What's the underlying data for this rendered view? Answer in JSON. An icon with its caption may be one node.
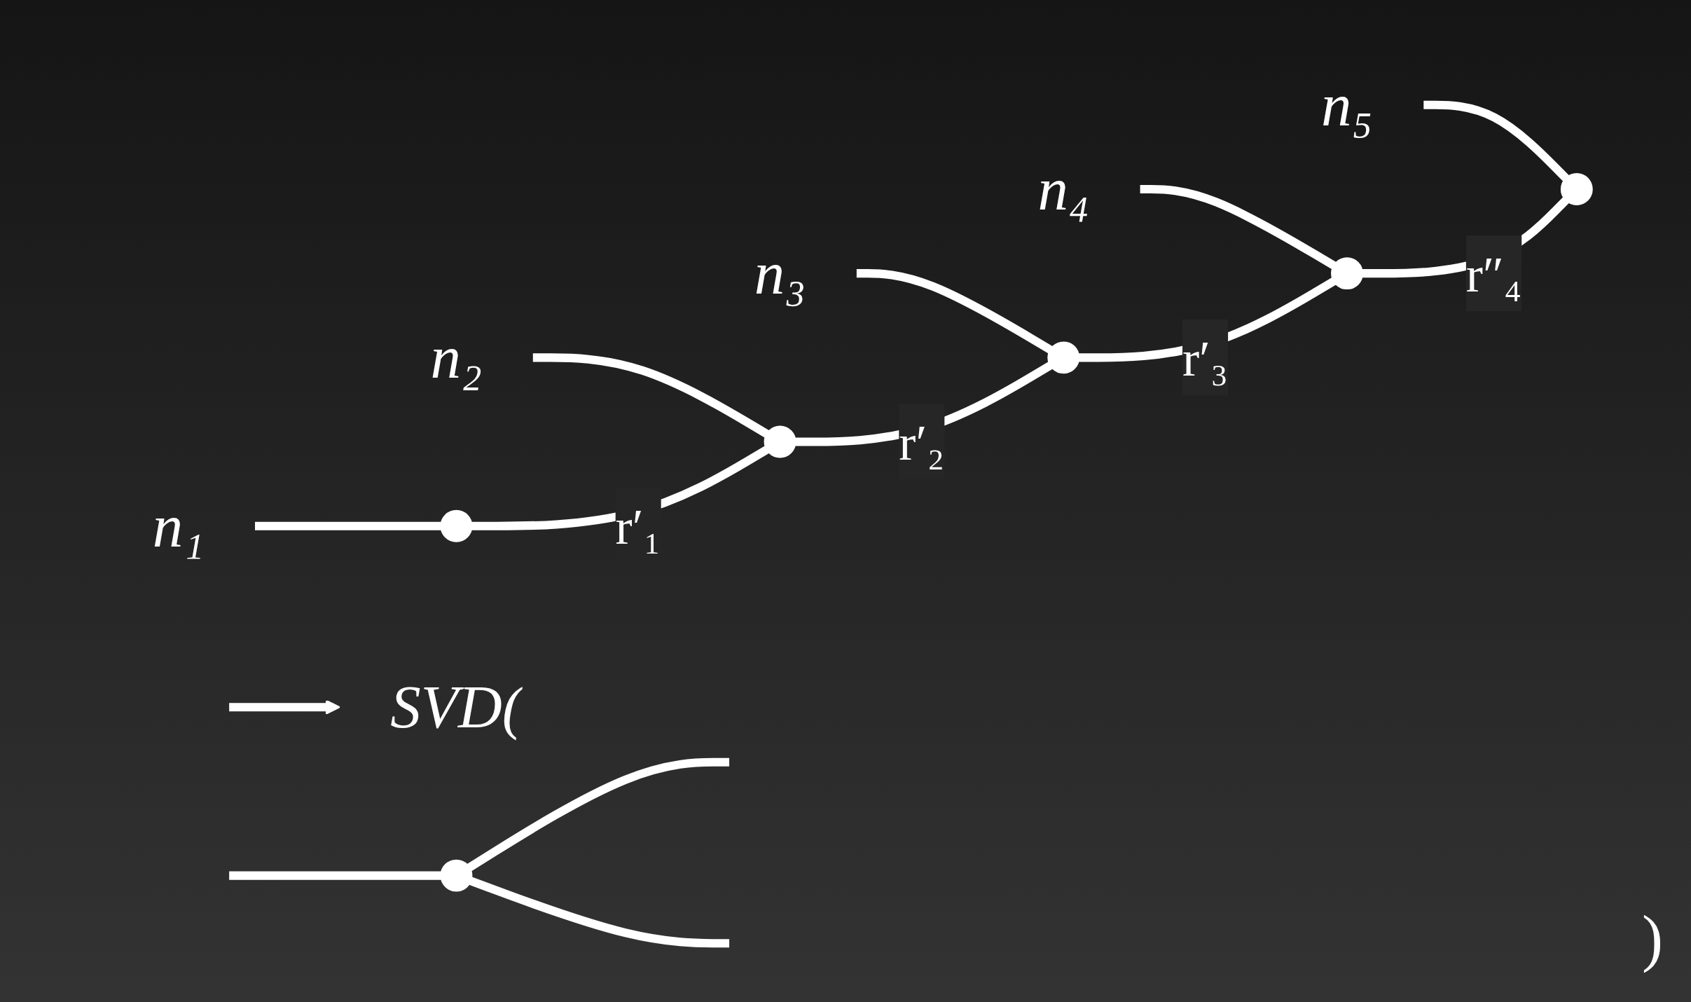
{
  "diagram": {
    "nodes": [
      {
        "text": [
          "n₁"
        ]
      },
      {
        "text": [
          "n₂"
        ]
      },
      {
        "text": [
          "n₃"
        ]
      },
      {
        "text": [
          "n₄"
        ]
      },
      {
        "text": [
          "n₅"
        ]
      },
      {
        "text": [],
        "shape": "circle"
      },
      {
        "text": [],
        "shape": "circle"
      },
      {
        "text": [],
        "shape": "circle"
      },
      {
        "text": [],
        "shape": "circle"
      },
      {
        "text": [],
        "shape": "circle"
      },
      {
        "text": [
          "SVD("
        ]
      },
      {
        "text": [],
        "shape": "circle"
      }
    ],
    "edges": [
      {
        "from": 0,
        "to": 5,
        "arrow": "none"
      },
      {
        "from": 1,
        "to": 6,
        "arrow": "none"
      },
      {
        "from": 2,
        "to": 7,
        "arrow": "none"
      },
      {
        "from": 3,
        "to": 8,
        "arrow": "none"
      },
      {
        "from": 4,
        "to": 9,
        "arrow": "none"
      },
      {
        "from": 5,
        "to": 6,
        "label": "r′₁",
        "arrow": "none"
      },
      {
        "from": 6,
        "to": 7,
        "label": "r′₂",
        "arrow": "none"
      },
      {
        "from": 7,
        "to": 8,
        "label": "r′₃",
        "arrow": "none"
      },
      {
        "from": 8,
        "to": 9,
        "label": "r″₄",
        "arrow": "none"
      },
      {
        "from": null,
        "to": 10,
        "arrow": "to"
      },
      {
        "from": null,
        "to": 11,
        "arrow": "none"
      },
      {
        "from": 11,
        "to": null,
        "arrow": "none"
      },
      {
        "from": 11,
        "to": null,
        "arrow": "none"
      }
    ],
    "labels": [
      ")"
    ]
  }
}
